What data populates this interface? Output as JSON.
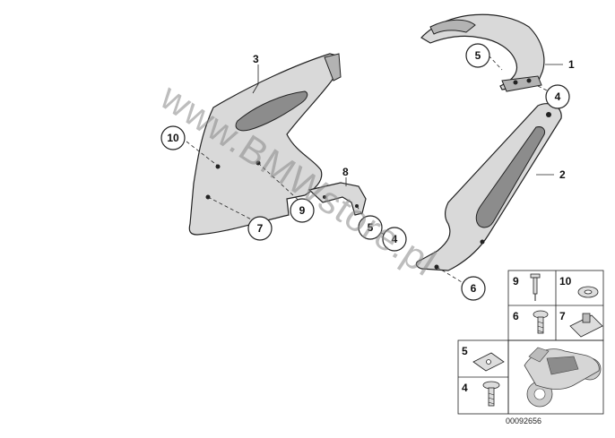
{
  "diagram": {
    "parts": [
      {
        "id": "1",
        "label": "1"
      },
      {
        "id": "2",
        "label": "2"
      },
      {
        "id": "3",
        "label": "3"
      },
      {
        "id": "8",
        "label": "8"
      }
    ],
    "callouts": [
      {
        "key": "c5a",
        "label": "5"
      },
      {
        "key": "c4a",
        "label": "4"
      },
      {
        "key": "c10",
        "label": "10"
      },
      {
        "key": "c9",
        "label": "9"
      },
      {
        "key": "c7",
        "label": "7"
      },
      {
        "key": "c5b",
        "label": "5"
      },
      {
        "key": "c4b",
        "label": "4"
      },
      {
        "key": "c6",
        "label": "6"
      }
    ],
    "hardware_table": {
      "cells": [
        {
          "label": "9",
          "item": "rivet"
        },
        {
          "label": "10",
          "item": "washer"
        },
        {
          "label": "6",
          "item": "screw"
        },
        {
          "label": "7",
          "item": "clip-nut"
        },
        {
          "label": "5",
          "item": "clip-nut"
        },
        {
          "label": "4",
          "item": "screw"
        }
      ]
    },
    "drawing_number": "00092656",
    "watermark": "www.BMWstore.pl"
  }
}
